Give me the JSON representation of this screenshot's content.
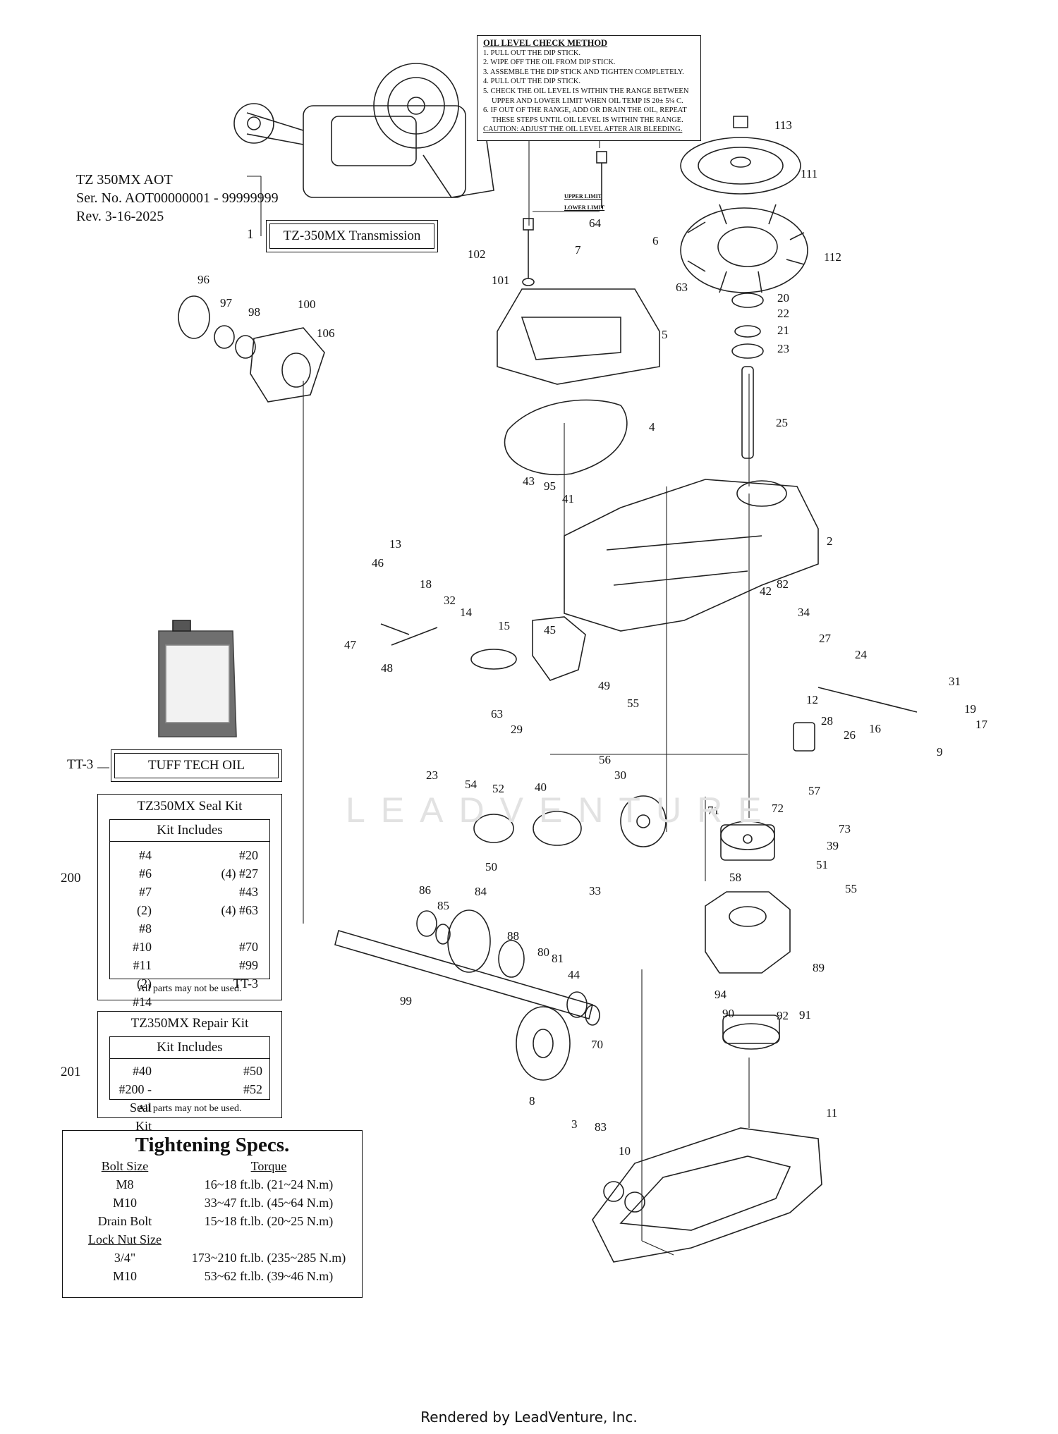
{
  "header": {
    "model": "TZ 350MX AOT",
    "serial": "Ser. No. AOT00000001 - 99999999",
    "revision": "Rev. 3-16-2025"
  },
  "oil_check": {
    "title": "OIL LEVEL CHECK METHOD",
    "steps": [
      "1. PULL OUT THE DIP STICK.",
      "2. WIPE OFF THE OIL FROM DIP STICK.",
      "3. ASSEMBLE THE DIP STICK AND TIGHTEN COMPLETELY.",
      "4. PULL OUT THE DIP STICK.",
      "5. CHECK THE OIL LEVEL IS WITHIN THE RANGE BETWEEN",
      "   UPPER AND LOWER LIMIT WHEN OIL TEMP IS 20± 5¼ C.",
      "6. IF OUT OF THE RANGE, ADD OR DRAIN THE OIL, REPEAT",
      "   THESE STEPS UNTIL OIL LEVEL IS WITHIN THE RANGE."
    ],
    "caution": "CAUTION:  ADJUST THE OIL LEVEL AFTER AIR BLEEDING.",
    "upper_limit": "UPPER LIMIT",
    "lower_limit": "LOWER LIMIT"
  },
  "transmission": {
    "ref": "1",
    "label": "TZ-350MX Transmission"
  },
  "oil_product": {
    "ref": "TT-3",
    "label": "TUFF TECH OIL"
  },
  "seal_kit": {
    "ref": "200",
    "title": "TZ350MX Seal Kit",
    "includes_label": "Kit Includes",
    "left": [
      "#4",
      "#6",
      "#7",
      "(2) #8",
      "#10",
      "#11",
      "(2) #14"
    ],
    "right": [
      "#20",
      "(4) #27",
      "#43",
      "(4) #63",
      "#70",
      "#99",
      "TT-3"
    ],
    "note": "All parts may not be used."
  },
  "repair_kit": {
    "ref": "201",
    "title": "TZ350MX Repair Kit",
    "includes_label": "Kit Includes",
    "left": [
      "#40",
      "#200 - Seal Kit"
    ],
    "right": [
      "#50",
      "#52"
    ],
    "note": "All parts may not be used."
  },
  "specs": {
    "title": "Tightening Specs.",
    "bolt_header": "Bolt Size",
    "torque_header": "Torque",
    "bolts": [
      {
        "size": "M8",
        "torque": "16~18 ft.lb. (21~24 N.m)"
      },
      {
        "size": "M10",
        "torque": "33~47 ft.lb. (45~64 N.m)"
      },
      {
        "size": "Drain Bolt",
        "torque": "15~18 ft.lb. (20~25 N.m)"
      }
    ],
    "locknut_header": "Lock Nut Size",
    "locknuts": [
      {
        "size": "3/4\"",
        "torque": "173~210 ft.lb. (235~285 N.m)"
      },
      {
        "size": "M10",
        "torque": "53~62 ft.lb. (39~46 N.m)"
      }
    ]
  },
  "callouts": [
    "113",
    "111",
    "112",
    "20",
    "22",
    "21",
    "23",
    "25",
    "2",
    "4",
    "5",
    "6",
    "63",
    "7",
    "64",
    "102",
    "101",
    "96",
    "97",
    "98",
    "100",
    "106",
    "43",
    "95",
    "41",
    "13",
    "46",
    "18",
    "32",
    "14",
    "15",
    "45",
    "47",
    "48",
    "42",
    "82",
    "34",
    "27",
    "24",
    "31",
    "19",
    "17",
    "9",
    "12",
    "28",
    "26",
    "16",
    "49",
    "55",
    "63",
    "29",
    "56",
    "57",
    "23",
    "54",
    "52",
    "40",
    "30",
    "71",
    "72",
    "73",
    "39",
    "51",
    "55",
    "50",
    "33",
    "58",
    "89",
    "86",
    "85",
    "84",
    "88",
    "80",
    "81",
    "44",
    "70",
    "94",
    "90",
    "92",
    "91",
    "99",
    "8",
    "3",
    "83",
    "11",
    "10"
  ],
  "watermark": "LEADVENTURE",
  "footer": "Rendered by LeadVenture, Inc."
}
